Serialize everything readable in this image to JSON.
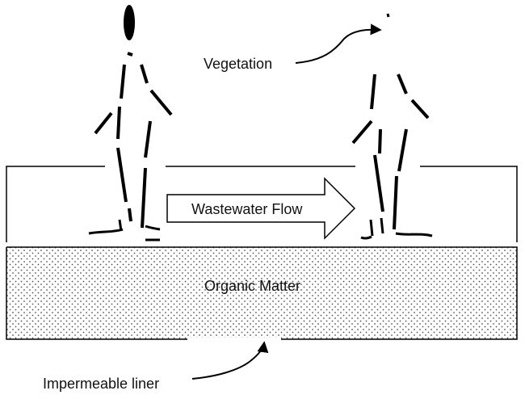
{
  "labels": {
    "vegetation": "Vegetation",
    "flow": "Wastewater Flow",
    "organic": "Organic Matter",
    "liner": "Impermeable liner"
  },
  "colors": {
    "ink": "#000000",
    "background": "#ffffff",
    "dots": "#555555"
  }
}
